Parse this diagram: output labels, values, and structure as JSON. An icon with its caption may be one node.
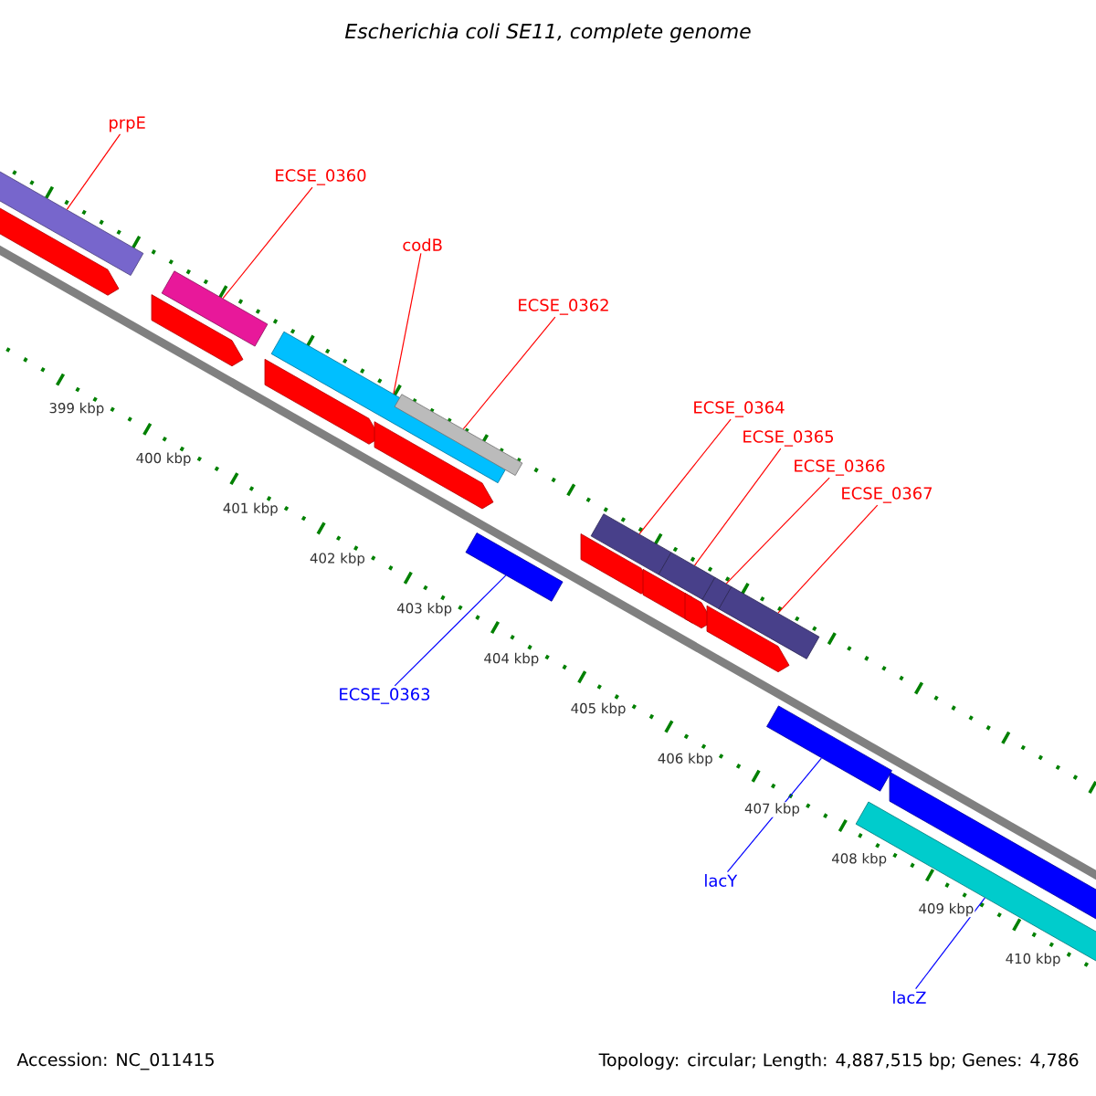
{
  "diagram": {
    "title": "Escherichia coli SE11, complete genome",
    "nodes": [
      {
        "text": [
          "prpE"
        ]
      },
      {
        "text": [
          "ECSE_0360"
        ]
      },
      {
        "text": [
          "codB"
        ]
      },
      {
        "text": [
          "ECSE_0362"
        ]
      },
      {
        "text": [
          "ECSE_0364"
        ]
      },
      {
        "text": [
          "ECSE_0365"
        ]
      },
      {
        "text": [
          "ECSE_0366"
        ]
      },
      {
        "text": [
          "ECSE_0367"
        ]
      },
      {
        "text": [
          "ECSE_0363"
        ]
      },
      {
        "text": [
          "lacY"
        ]
      },
      {
        "text": [
          "lacZ"
        ]
      },
      {
        "text": [],
        "shape": "bar"
      },
      {
        "text": [],
        "shape": "bar"
      },
      {
        "text": [],
        "shape": "bar"
      },
      {
        "text": [],
        "shape": "bar"
      },
      {
        "text": [],
        "shape": "bar"
      },
      {
        "text": [],
        "shape": "bar"
      },
      {
        "text": [],
        "shape": "bar"
      },
      {
        "text": [],
        "shape": "bar"
      },
      {
        "text": [],
        "shape": "bar"
      },
      {
        "text": [],
        "shape": "bar"
      },
      {
        "text": [],
        "shape": "bar"
      }
    ],
    "edges": [
      {
        "from": 0,
        "to": 11,
        "arrow": "none"
      },
      {
        "from": 1,
        "to": 12,
        "arrow": "none"
      },
      {
        "from": 2,
        "to": 13,
        "arrow": "none"
      },
      {
        "from": 3,
        "to": 14,
        "arrow": "none"
      },
      {
        "from": 4,
        "to": 15,
        "arrow": "none"
      },
      {
        "from": 5,
        "to": 16,
        "arrow": "none"
      },
      {
        "from": 6,
        "to": 17,
        "arrow": "none"
      },
      {
        "from": 7,
        "to": 18,
        "arrow": "none"
      },
      {
        "from": 8,
        "to": 19,
        "arrow": "none",
        "color": "#0000ff"
      },
      {
        "from": 9,
        "to": 20,
        "arrow": "none",
        "color": "#0000ff"
      },
      {
        "from": 10,
        "to": 21,
        "arrow": "none",
        "color": "#0000ff"
      }
    ],
    "labels": [
      "399 kbp",
      "400 kbp",
      "401 kbp",
      "402 kbp",
      "403 kbp",
      "404 kbp",
      "405 kbp",
      "406 kbp",
      "407 kbp",
      "408 kbp",
      "409 kbp",
      "410 kbp",
      "Accession: NC_011415",
      "Topology: circular; Length: 4,887,515 bp; Genes: 4,786"
    ]
  }
}
